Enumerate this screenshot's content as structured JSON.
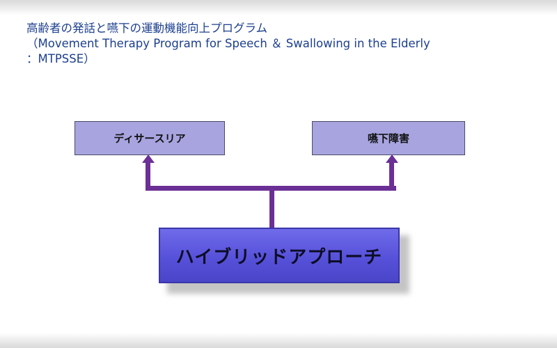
{
  "title": {
    "line1": "高齢者の発話と嚥下の運動機能向上プログラム",
    "line2": "（Movement Therapy Program for Speech ＆ Swallowing in the  Elderly",
    "line3": "：MTPSSE）"
  },
  "diagram": {
    "top_left_label": "ディサースリア",
    "top_right_label": "嚥下障害",
    "main_label": "ハイブリッドアプローチ"
  },
  "colors": {
    "title": "#1c3f8f",
    "top_box_fill": "#a7a4df",
    "main_box_fill": "#5a55dd",
    "connector": "#6b2f95"
  }
}
